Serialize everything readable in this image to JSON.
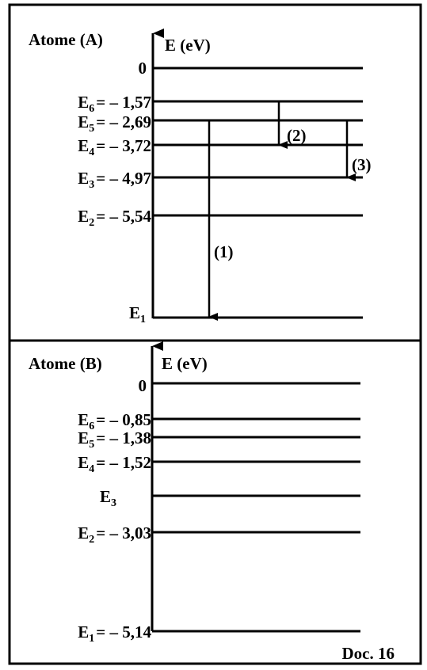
{
  "atom_a": {
    "title": "Atome (A)",
    "axis_label": "E (eV)",
    "zero": "0",
    "levels": [
      {
        "sym": "E",
        "n": "6",
        "val": "= – 1,57"
      },
      {
        "sym": "E",
        "n": "5",
        "val": "= – 2,69"
      },
      {
        "sym": "E",
        "n": "4",
        "val": "= – 3,72"
      },
      {
        "sym": "E",
        "n": "3",
        "val": "= – 4,97"
      },
      {
        "sym": "E",
        "n": "2",
        "val": "= – 5,54"
      },
      {
        "sym": "E",
        "n": "1",
        "val": ""
      }
    ],
    "transitions": [
      "(1)",
      "(2)",
      "(3)"
    ]
  },
  "atom_b": {
    "title": "Atome (B)",
    "axis_label": "E (eV)",
    "zero": "0",
    "levels": [
      {
        "sym": "E",
        "n": "6",
        "val": "= – 0,85"
      },
      {
        "sym": "E",
        "n": "5",
        "val": "= – 1,38"
      },
      {
        "sym": "E",
        "n": "4",
        "val": "= – 1,52"
      },
      {
        "sym": "E",
        "n": "3",
        "val": ""
      },
      {
        "sym": "E",
        "n": "2",
        "val": "= – 3,03"
      },
      {
        "sym": "E",
        "n": "1",
        "val": "= – 5,14"
      }
    ]
  },
  "doc_label": "Doc. 16"
}
